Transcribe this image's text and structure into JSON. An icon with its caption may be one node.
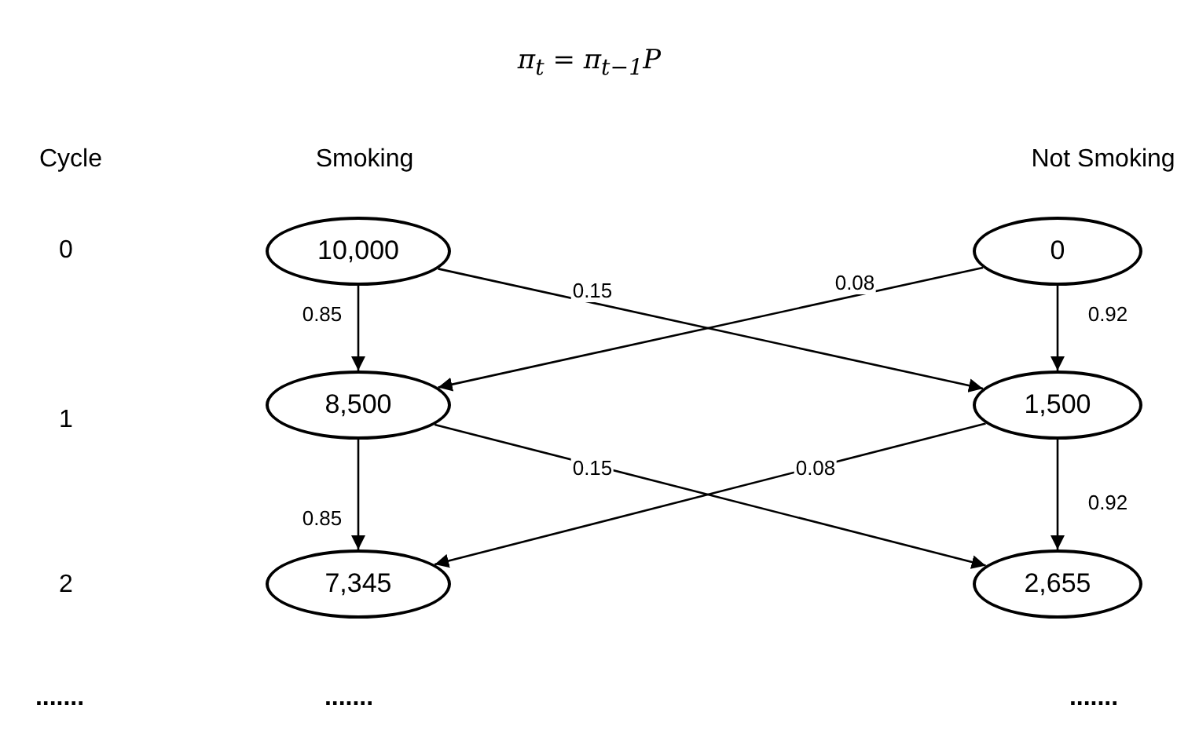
{
  "diagram": {
    "title": "π$_{t}$ = π$_{t−1}$P",
    "nodes": [
      {
        "text": [
          "10,000"
        ]
      },
      {
        "text": [
          "0"
        ]
      },
      {
        "text": [
          "8,500"
        ]
      },
      {
        "text": [
          "1,500"
        ]
      },
      {
        "text": [
          "7,345"
        ]
      },
      {
        "text": [
          "2,655"
        ]
      }
    ],
    "edges": [
      {
        "from": 0,
        "to": 2,
        "arrow": "to",
        "label": "0.85"
      },
      {
        "from": 0,
        "to": 3,
        "arrow": "to",
        "label": "0.15"
      },
      {
        "from": 1,
        "to": 2,
        "arrow": "to",
        "label": "0.08"
      },
      {
        "from": 1,
        "to": 3,
        "arrow": "to",
        "label": "0.92"
      },
      {
        "from": 2,
        "to": 4,
        "arrow": "to",
        "label": "0.85"
      },
      {
        "from": 2,
        "to": 5,
        "arrow": "to",
        "label": "0.15"
      },
      {
        "from": 3,
        "to": 4,
        "arrow": "to",
        "label": "0.08"
      },
      {
        "from": 3,
        "to": 5,
        "arrow": "to",
        "label": "0.92"
      }
    ],
    "labels": [
      "Cycle",
      "Smoking",
      "Not Smoking",
      "0",
      "1",
      "2",
      ".......",
      ".......",
      "......."
    ]
  }
}
